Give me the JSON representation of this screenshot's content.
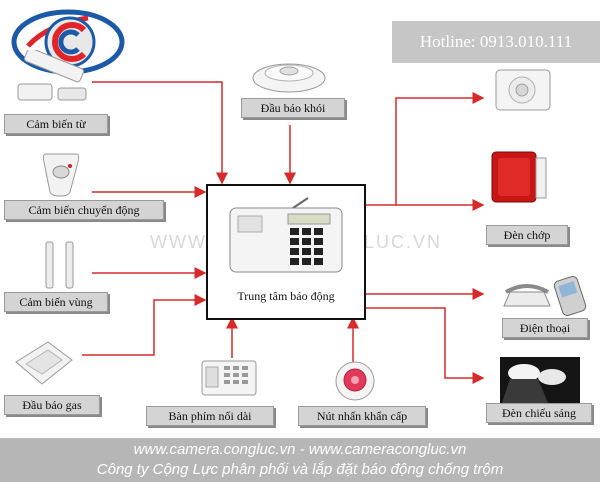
{
  "hotline": "Hotline: 0913.010.111",
  "watermark": "WWW.CAMERACONGLUC.VN",
  "center_label": "Trung tâm báo động",
  "inputs": {
    "magnetic": "Cảm biến từ",
    "smoke": "Đầu báo khói",
    "motion": "Cảm biến chuyển động",
    "zone": "Cảm biến vùng",
    "gas": "Đầu báo gas",
    "keypad": "Bàn phím nối dài",
    "panic": "Nút nhấn khẩn cấp"
  },
  "outputs": {
    "strobe": "Đèn chớp",
    "phone": "Điện thoại",
    "light": "Đèn chiếu sáng"
  },
  "footer": {
    "line1": "www.camera.congluc.vn - www.cameracongluc.vn",
    "line2": "Công ty Cộng Lực phân phối và lắp đặt báo động chống trộm"
  },
  "colors": {
    "arrow": "#d62b2b",
    "logo_blue": "#1c5aa8",
    "logo_red": "#e0242a"
  }
}
